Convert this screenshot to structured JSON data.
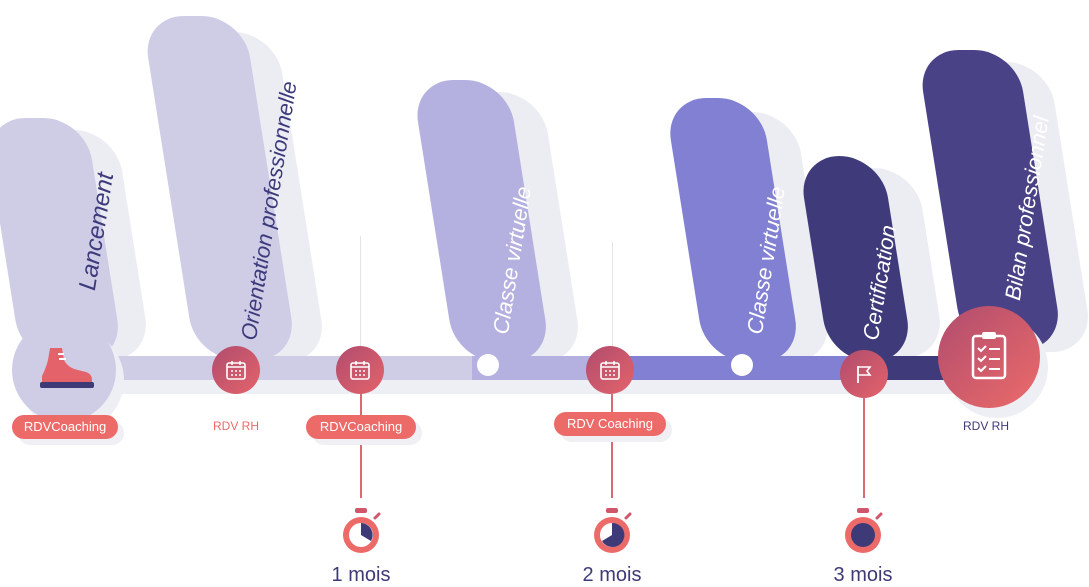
{
  "stages": [
    {
      "label": "Lancement",
      "color": "#cfcde6",
      "text_color": "#3d3a7c"
    },
    {
      "label": "Orientation professionnelle",
      "color": "#cfcde6",
      "text_color": "#3d3a7c"
    },
    {
      "label": "Classe virtuelle",
      "color": "#b4b1e0",
      "text_color": "#ffffff"
    },
    {
      "label": "Classe virtuelle",
      "color": "#8280d2",
      "text_color": "#ffffff"
    },
    {
      "label": "Certification",
      "color": "#3f3b7a",
      "text_color": "#ffffff"
    },
    {
      "label": "Bilan professionnel",
      "color": "#4a4287",
      "text_color": "#ffffff"
    }
  ],
  "nodes": [
    {
      "icon": "running-shoe-icon",
      "badge": "RDVCoaching"
    },
    {
      "icon": "calendar-icon",
      "badge": "RDV RH"
    },
    {
      "icon": "calendar-icon",
      "badge": "RDVCoaching"
    },
    {
      "icon": "calendar-icon",
      "badge": "RDV Coaching"
    },
    {
      "icon": "flag-icon",
      "badge": ""
    },
    {
      "icon": "checklist-icon",
      "badge": "RDV RH"
    }
  ],
  "milestones": [
    {
      "label": "1 mois",
      "icon": "stopwatch-icon"
    },
    {
      "label": "2 mois",
      "icon": "stopwatch-icon"
    },
    {
      "label": "3 mois",
      "icon": "stopwatch-icon"
    }
  ],
  "colors": {
    "coral": "#ec6b69",
    "plum": "#b04c6e",
    "navy": "#3e3a78",
    "lavender_light": "#cfcde6",
    "lavender_mid": "#b4b1e0",
    "periwinkle": "#8280d2",
    "indigo": "#3f3b7a"
  }
}
